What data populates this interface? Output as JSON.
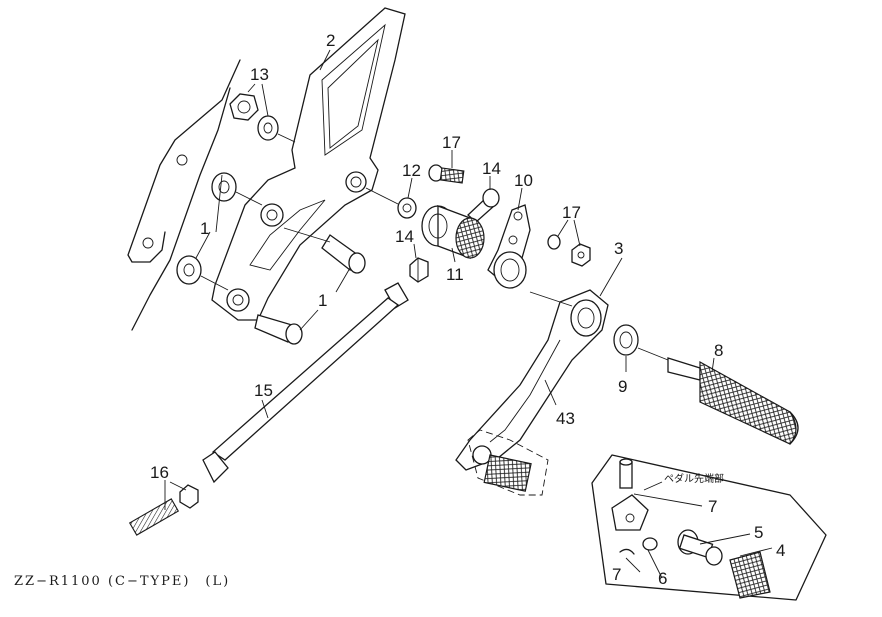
{
  "part_numbers": {
    "p1a": "1",
    "p1b": "1",
    "p2": "2",
    "p3": "3",
    "p4": "4",
    "p5": "5",
    "p6": "6",
    "p7a": "7",
    "p7b": "7",
    "p8": "8",
    "p9": "9",
    "p10": "10",
    "p11": "11",
    "p12": "12",
    "p13": "13",
    "p14a": "14",
    "p14b": "14",
    "p15": "15",
    "p16": "16",
    "p17a": "17",
    "p17b": "17",
    "p43": "43"
  },
  "inset_note": "ペダル先端部",
  "caption": "ZZ−R1100 (C−TYPE)　(L)"
}
